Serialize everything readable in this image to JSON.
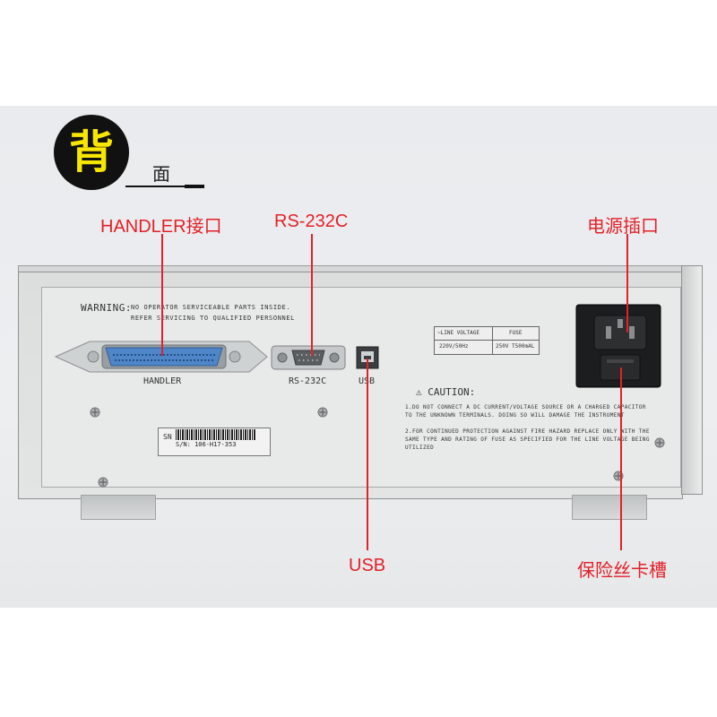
{
  "heading": {
    "badge_char": "背",
    "sub_char": "面"
  },
  "callouts": {
    "handler": "HANDLER接口",
    "rs232c": "RS-232C",
    "power": "电源插口",
    "usb": "USB",
    "fuse_slot": "保险丝卡槽"
  },
  "panel": {
    "warning_title": "WARNING:",
    "warning_line1": "NO OPERATOR SERVICEABLE PARTS INSIDE.",
    "warning_line2": "REFER SERVICING TO QUALIFIED PERSONNEL",
    "handler_label": "HANDLER",
    "rs232c_label": "RS-232C",
    "usb_label": "USB",
    "spec_header_left": "~LINE VOLTAGE",
    "spec_header_right": "FUSE",
    "spec_value_left": "220V/50Hz",
    "spec_value_right": "250V T500mAL",
    "caution_title": "⚠ CAUTION:",
    "caution_line1": "1.DO NOT CONNECT A DC CURRENT/VOLTAGE SOURCE OR A CHARGED CAPACITOR",
    "caution_line2": "TO THE UNKNOWN TERMINALS. DOING SO WILL DAMAGE THE INSTRUMENT",
    "caution_line3": "2.FOR CONTINUED PROTECTION AGAINST FIRE HAZARD REPLACE ONLY WITH THE",
    "caution_line4": "SAME TYPE AND RATING OF FUSE AS SPECIFIED FOR THE LINE VOLTAGE BEING",
    "caution_line5": "UTILIZED",
    "sn_label": "SN",
    "sn_value": "S/N: 106-H17-353"
  },
  "colors": {
    "callout": "#e32128",
    "badge_text": "#f7e600",
    "connector_blue": "#4f86c8"
  }
}
